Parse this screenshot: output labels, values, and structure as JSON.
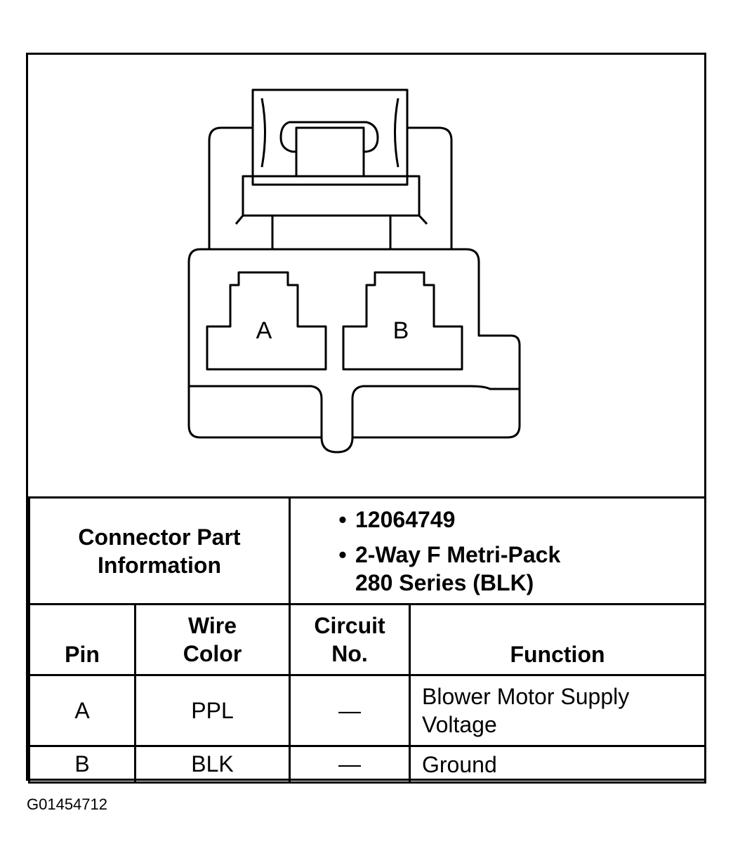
{
  "diagram": {
    "pin_labels": [
      "A",
      "B"
    ]
  },
  "part_info": {
    "label": "Connector Part Information",
    "bullets": [
      "12064749",
      "2-Way F Metri-Pack 280 Series (BLK)"
    ]
  },
  "table": {
    "headers": {
      "pin": "Pin",
      "wire_color": "Wire Color",
      "circuit_no": "Circuit No.",
      "function": "Function"
    },
    "rows": [
      {
        "pin": "A",
        "wire_color": "PPL",
        "circuit_no": "—",
        "function": "Blower Motor Supply Voltage"
      },
      {
        "pin": "B",
        "wire_color": "BLK",
        "circuit_no": "—",
        "function": "Ground"
      }
    ]
  },
  "figure_code": "G01454712"
}
